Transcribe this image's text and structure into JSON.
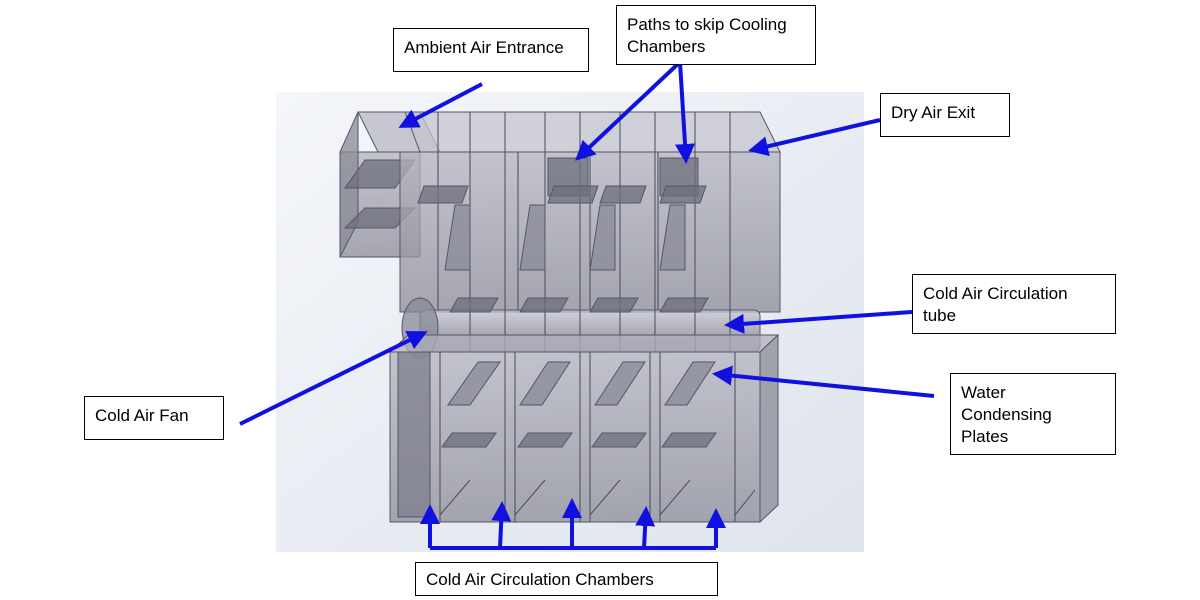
{
  "labels": {
    "ambient_air_entrance": "Ambient Air Entrance",
    "paths_to_skip_cooling_line1": "Paths to skip Cooling",
    "paths_to_skip_cooling_line2": "Chambers",
    "dry_air_exit": "Dry Air Exit",
    "cold_air_circulation_tube_line1": "Cold Air Circulation",
    "cold_air_circulation_tube_line2": "tube",
    "cold_air_fan": "Cold Air Fan",
    "water_condensing_line1": "Water",
    "water_condensing_line2": "Condensing",
    "water_condensing_line3": "Plates",
    "cold_air_circulation_chambers": "Cold Air Circulation Chambers"
  },
  "colors": {
    "arrow": "#1010e0",
    "model_fill": "#9a9aa6",
    "model_dark": "#6e6e7c",
    "model_edge": "#4a4a58",
    "background_panel": "#e8ecf2"
  }
}
